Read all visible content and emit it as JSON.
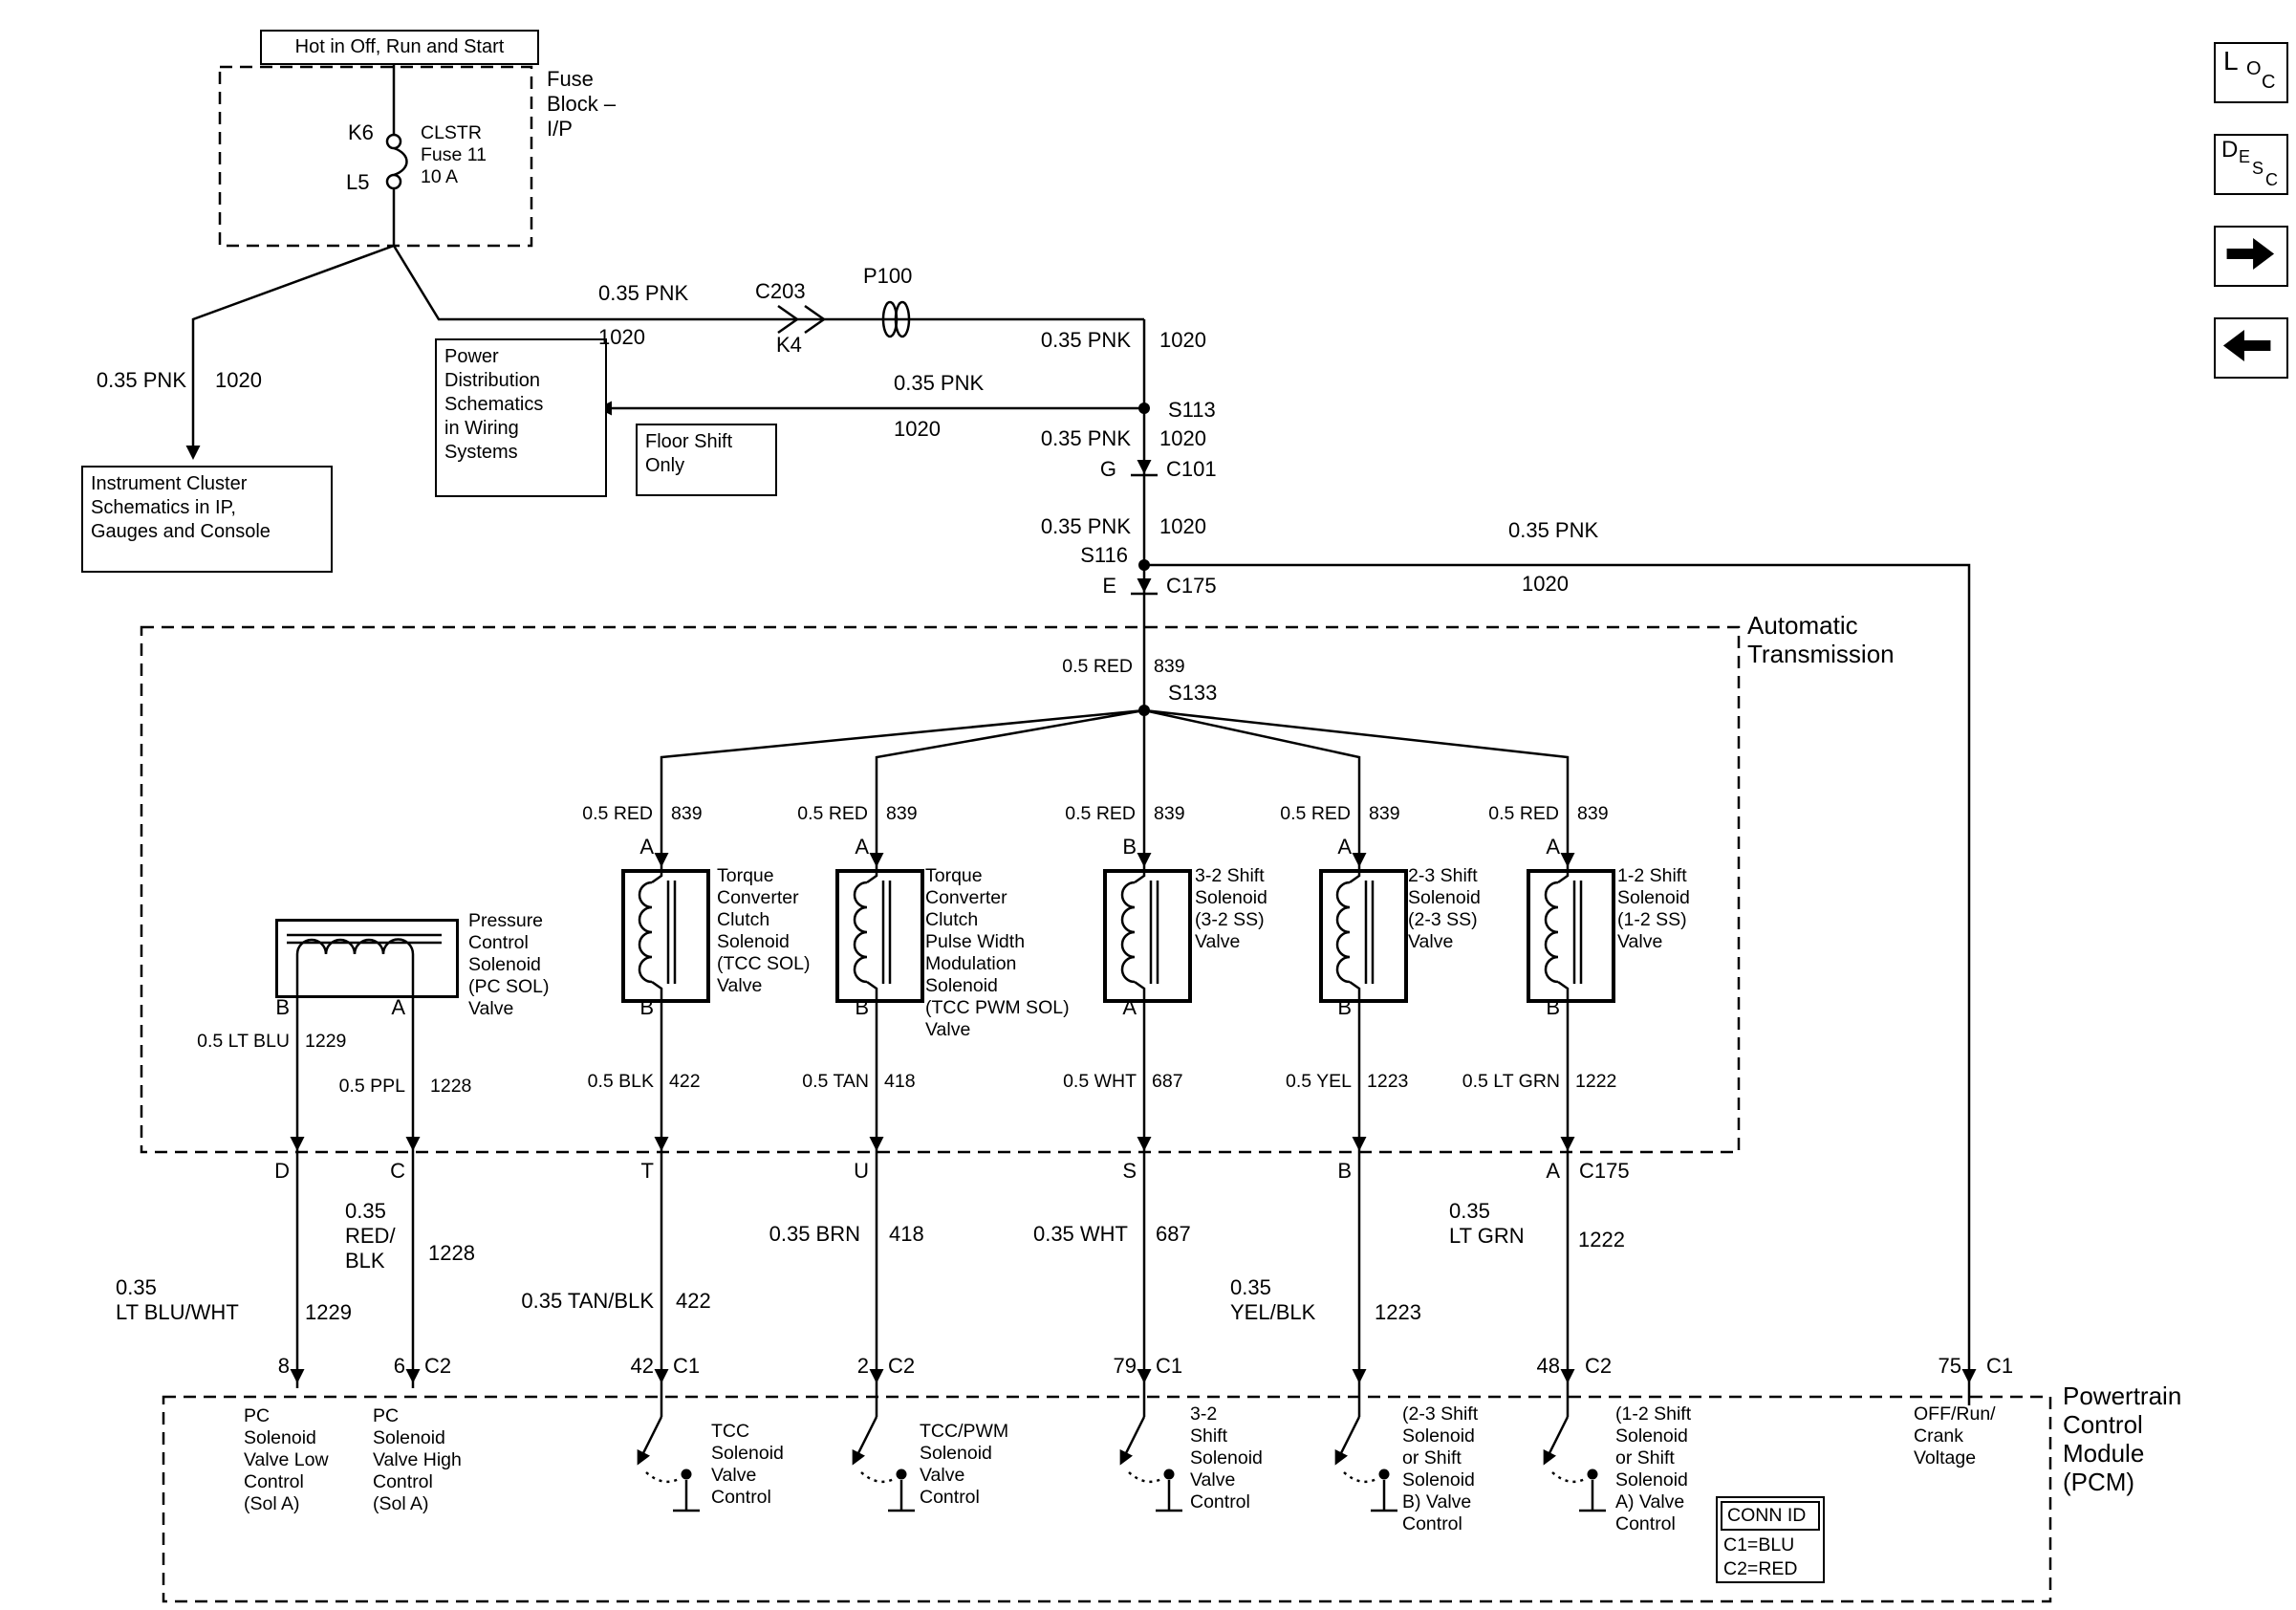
{
  "nav": {
    "loc": [
      "L",
      "O",
      "C"
    ],
    "desc": [
      "D",
      "E",
      "S",
      "C"
    ]
  },
  "power": {
    "hot_label": "Hot in Off, Run and Start",
    "fuse_block_name": "Fuse\nBlock –\nI/P",
    "fuse_pin_top": "K6",
    "fuse_pin_bottom": "L5",
    "fuse_name": "CLSTR\nFuse 11\n10 A"
  },
  "refs": {
    "instrument_cluster": "Instrument Cluster\nSchematics in IP,\nGauges and Console",
    "power_distribution": "Power\nDistribution\nSchematics\nin Wiring\nSystems",
    "floor_shift": "Floor Shift\nOnly"
  },
  "wire": {
    "pnk": {
      "label": "0.35 PNK",
      "circuit": "1020"
    },
    "red": {
      "label": "0.5 RED",
      "circuit": "839"
    },
    "lt_blu": {
      "label": "0.5 LT BLU",
      "circuit": "1229"
    },
    "ppl": {
      "label": "0.5 PPL",
      "circuit": "1228"
    },
    "blk": {
      "label": "0.5 BLK",
      "circuit": "422"
    },
    "tan": {
      "label": "0.5 TAN",
      "circuit": "418"
    },
    "wht": {
      "label": "0.5 WHT",
      "circuit": "687"
    },
    "yel": {
      "label": "0.5 YEL",
      "circuit": "1223"
    },
    "lt_grn": {
      "label": "0.5 LT GRN",
      "circuit": "1222"
    },
    "lt_blu_wht": {
      "label": "0.35\nLT BLU/WHT",
      "circuit": "1229"
    },
    "red_blk": {
      "label": "0.35\nRED/\nBLK",
      "circuit": "1228"
    },
    "tan_blk": {
      "label": "0.35 TAN/BLK",
      "circuit": "422"
    },
    "brn": {
      "label": "0.35 BRN",
      "circuit": "418"
    },
    "wht35": {
      "label": "0.35 WHT",
      "circuit": "687"
    },
    "yel_blk": {
      "label": "0.35\nYEL/BLK",
      "circuit": "1223"
    },
    "lt_grn35": {
      "label": "0.35\nLT GRN",
      "circuit": "1222"
    }
  },
  "connectors": {
    "c203": "C203",
    "k4": "K4",
    "p100": "P100",
    "c101": "C101",
    "c175": "C175",
    "s113": "S113",
    "s116": "S116",
    "s133": "S133",
    "g": "G",
    "e": "E"
  },
  "terminals": {
    "a": "A",
    "b": "B",
    "c": "C",
    "d": "D",
    "t": "T",
    "u": "U",
    "s": "S"
  },
  "sections": {
    "transmission": "Automatic\nTransmission",
    "pcm": "Powertrain\nControl\nModule\n(PCM)"
  },
  "solenoids": {
    "pc": "Pressure\nControl\nSolenoid\n(PC SOL)\nValve",
    "tcc": "Torque\nConverter\nClutch\nSolenoid\n(TCC SOL)\nValve",
    "tcc_pwm": "Torque\nConverter\nClutch\nPulse Width\nModulation\nSolenoid\n(TCC PWM SOL)\nValve",
    "s32": "3-2 Shift\nSolenoid\n(3-2 SS)\nValve",
    "s23": "2-3 Shift\nSolenoid\n(2-3 SS)\nValve",
    "s12": "1-2 Shift\nSolenoid\n(1-2 SS)\nValve"
  },
  "pcm": {
    "pins": {
      "p8": "8",
      "p6": "6",
      "p42": "42",
      "p2": "2",
      "p79": "79",
      "p48": "48",
      "p75": "75",
      "c1": "C1",
      "c2": "C2"
    },
    "functions": {
      "pc_low": "PC\nSolenoid\nValve Low\nControl\n(Sol A)",
      "pc_high": "PC\nSolenoid\nValve High\nControl\n(Sol A)",
      "tcc": "TCC\nSolenoid\nValve\nControl",
      "tcc_pwm": "TCC/PWM\nSolenoid\nValve\nControl",
      "s32": "3-2\nShift\nSolenoid\nValve\nControl",
      "s23": "(2-3 Shift\nSolenoid\nor Shift\nSolenoid\nB) Valve\nControl",
      "s12": "(1-2 Shift\nSolenoid\nor Shift\nSolenoid\nA) Valve\nControl",
      "off_run": "OFF/Run/\nCrank\nVoltage"
    },
    "conn_id": {
      "title": "CONN ID",
      "c1": "C1=BLU",
      "c2": "C2=RED"
    }
  }
}
